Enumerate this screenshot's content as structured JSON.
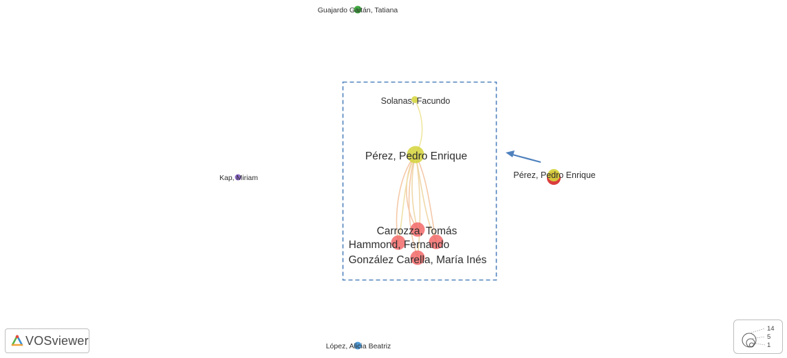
{
  "network": {
    "nodes": [
      {
        "id": "guajardo",
        "label": "Guajardo Gaitán, Tatiana",
        "color": "#2ca02c"
      },
      {
        "id": "solanas",
        "label": "Solanas, Facundo",
        "color": "#d4d43a"
      },
      {
        "id": "perez_main",
        "label": "Pérez, Pedro Enrique",
        "color": "#d4d43a"
      },
      {
        "id": "kap",
        "label": "Kap, Miriam",
        "color": "#7e57c2"
      },
      {
        "id": "perez_right",
        "label": "Pérez, Pedro Enrique",
        "color": "#d4d43a",
        "secondary_color": "#d62728"
      },
      {
        "id": "carrozza",
        "label": "Carrozza, Tomás",
        "color": "#f26a6a"
      },
      {
        "id": "hammond",
        "label": "Hammond, Fernando",
        "color": "#f26a6a"
      },
      {
        "id": "gonzalez",
        "label": "González Carella, María Inés",
        "color": "#f26a6a"
      },
      {
        "id": "lopez",
        "label": "López, Alicia Beatriz",
        "color": "#3b8fd1"
      }
    ],
    "link_colors": {
      "yellow": "#efe7a0",
      "red": "#f4c9a8"
    },
    "highlight_box_color": "#4f81bd",
    "arrow_color": "#4f81bd"
  },
  "logo": {
    "text": "VOSviewer",
    "icon": "vosviewer-logo-icon"
  },
  "size_legend": {
    "values": [
      "14",
      "5",
      "1"
    ]
  }
}
